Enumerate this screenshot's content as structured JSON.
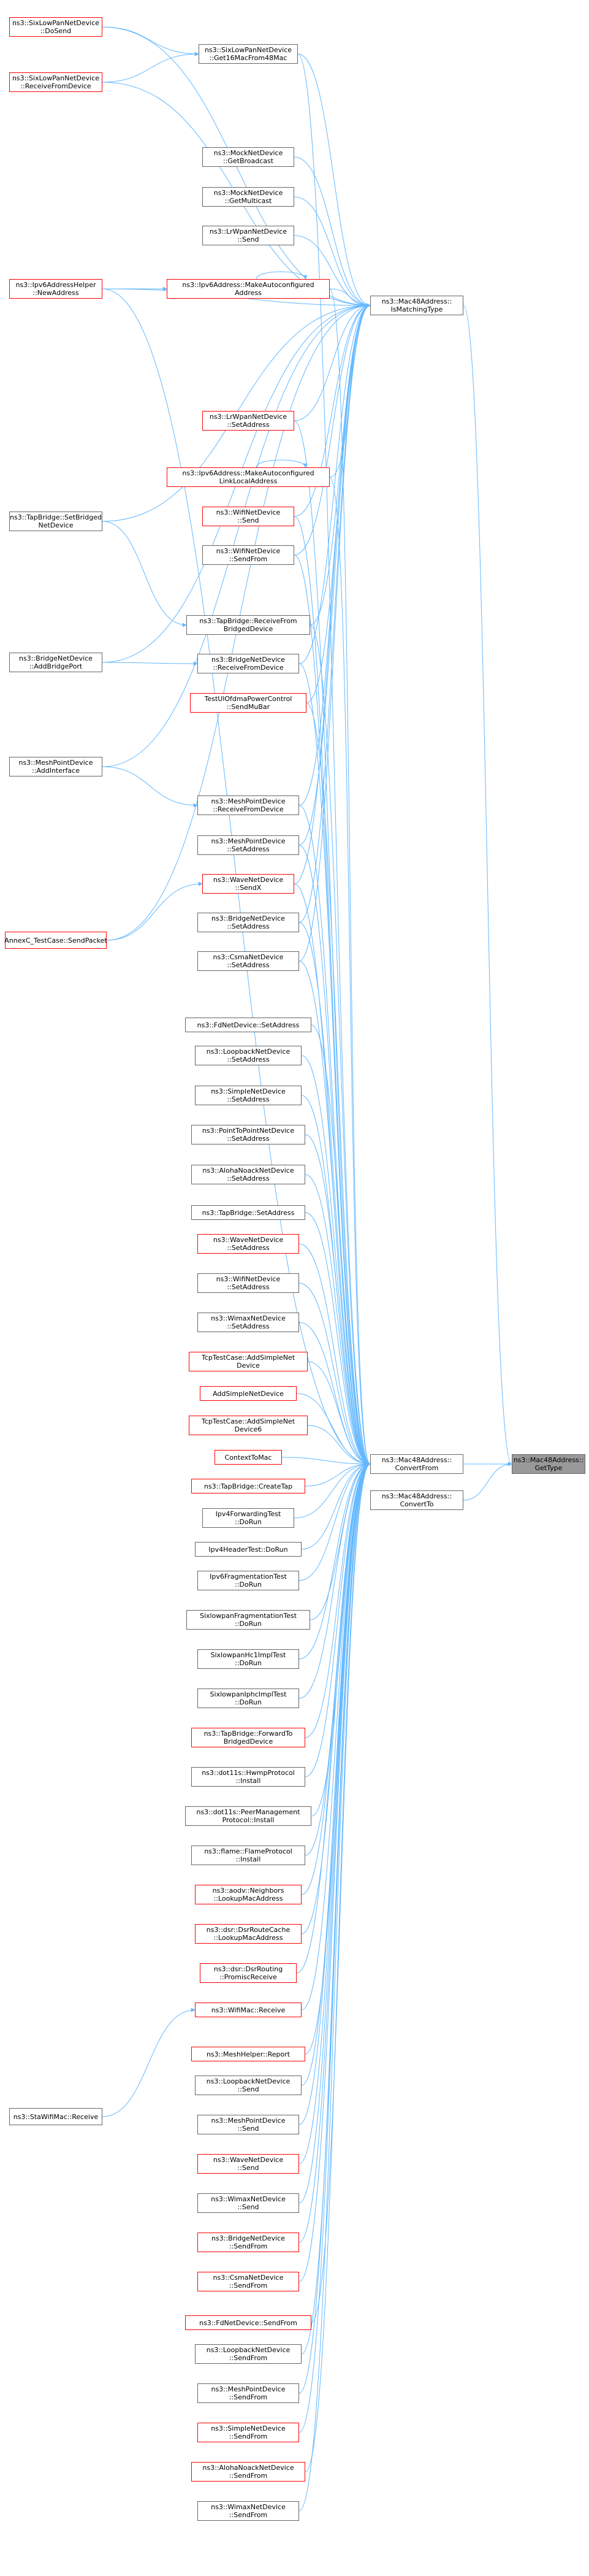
{
  "colors": {
    "edge": "#63b8ff",
    "border_black": "#666666",
    "border_red": "#ff0000",
    "root_fill": "#999999"
  },
  "nodes": [
    {
      "id": "n_gettype",
      "label": "ns3::Mac48Address::\nGetType",
      "style": "root",
      "interactable": false
    },
    {
      "id": "n_ismatch",
      "label": "ns3::Mac48Address::\nIsMatchingType",
      "style": "black"
    },
    {
      "id": "n_convfrom",
      "label": "ns3::Mac48Address::\nConvertFrom",
      "style": "black"
    },
    {
      "id": "n_convto",
      "label": "ns3::Mac48Address::\nConvertTo",
      "style": "black"
    },
    {
      "id": "n_c1_1",
      "label": "ns3::SixLowPanNetDevice\n::DoSend",
      "style": "red"
    },
    {
      "id": "n_c1_2",
      "label": "ns3::SixLowPanNetDevice\n::ReceiveFromDevice",
      "style": "red"
    },
    {
      "id": "n_c1_3",
      "label": "ns3::Ipv6AddressHelper\n::NewAddress",
      "style": "red"
    },
    {
      "id": "n_c1_4",
      "label": "ns3::TapBridge::SetBridged\nNetDevice",
      "style": "black"
    },
    {
      "id": "n_c1_5",
      "label": "ns3::BridgeNetDevice\n::AddBridgePort",
      "style": "black"
    },
    {
      "id": "n_c1_6",
      "label": "ns3::MeshPointDevice\n::AddInterface",
      "style": "black"
    },
    {
      "id": "n_c1_7",
      "label": "AnnexC_TestCase::SendPacket",
      "style": "red"
    },
    {
      "id": "n_c1_8",
      "label": "ns3::StaWifiMac::Receive",
      "style": "black"
    },
    {
      "id": "n_a1",
      "label": "ns3::SixLowPanNetDevice\n::Get16MacFrom48Mac",
      "style": "black"
    },
    {
      "id": "n_a2",
      "label": "ns3::MockNetDevice\n::GetBroadcast",
      "style": "black"
    },
    {
      "id": "n_a3",
      "label": "ns3::MockNetDevice\n::GetMulticast",
      "style": "black"
    },
    {
      "id": "n_a4",
      "label": "ns3::LrWpanNetDevice\n::Send",
      "style": "black"
    },
    {
      "id": "n_a5",
      "label": "ns3::Ipv6Address::MakeAutoconfigured\nAddress",
      "style": "red"
    },
    {
      "id": "n_a6",
      "label": "ns3::LrWpanNetDevice\n::SetAddress",
      "style": "red"
    },
    {
      "id": "n_a7",
      "label": "ns3::Ipv6Address::MakeAutoconfigured\nLinkLocalAddress",
      "style": "red"
    },
    {
      "id": "n_a8",
      "label": "ns3::WifiNetDevice\n::Send",
      "style": "red"
    },
    {
      "id": "n_a9",
      "label": "ns3::WifiNetDevice\n::SendFrom",
      "style": "black"
    },
    {
      "id": "n_a10",
      "label": "ns3::TapBridge::ReceiveFrom\nBridgedDevice",
      "style": "black"
    },
    {
      "id": "n_a11",
      "label": "ns3::BridgeNetDevice\n::ReceiveFromDevice",
      "style": "black"
    },
    {
      "id": "n_a12",
      "label": "TestUlOfdmaPowerControl\n::SendMuBar",
      "style": "red"
    },
    {
      "id": "n_a13",
      "label": "ns3::MeshPointDevice\n::ReceiveFromDevice",
      "style": "black"
    },
    {
      "id": "n_a14",
      "label": "ns3::MeshPointDevice\n::SetAddress",
      "style": "black"
    },
    {
      "id": "n_a15",
      "label": "ns3::WaveNetDevice\n::SendX",
      "style": "red"
    },
    {
      "id": "n_a16",
      "label": "ns3::BridgeNetDevice\n::SetAddress",
      "style": "black"
    },
    {
      "id": "n_a17",
      "label": "ns3::CsmaNetDevice\n::SetAddress",
      "style": "black"
    },
    {
      "id": "n_b1",
      "label": "ns3::FdNetDevice::SetAddress",
      "style": "black"
    },
    {
      "id": "n_b2",
      "label": "ns3::LoopbackNetDevice\n::SetAddress",
      "style": "black"
    },
    {
      "id": "n_b3",
      "label": "ns3::SimpleNetDevice\n::SetAddress",
      "style": "black"
    },
    {
      "id": "n_b4",
      "label": "ns3::PointToPointNetDevice\n::SetAddress",
      "style": "black"
    },
    {
      "id": "n_b5",
      "label": "ns3::AlohaNoackNetDevice\n::SetAddress",
      "style": "black"
    },
    {
      "id": "n_b6",
      "label": "ns3::TapBridge::SetAddress",
      "style": "black"
    },
    {
      "id": "n_b7",
      "label": "ns3::WaveNetDevice\n::SetAddress",
      "style": "red"
    },
    {
      "id": "n_b8",
      "label": "ns3::WifiNetDevice\n::SetAddress",
      "style": "black"
    },
    {
      "id": "n_b9",
      "label": "ns3::WimaxNetDevice\n::SetAddress",
      "style": "black"
    },
    {
      "id": "n_b10",
      "label": "TcpTestCase::AddSimpleNet\nDevice",
      "style": "red"
    },
    {
      "id": "n_b11",
      "label": "AddSimpleNetDevice",
      "style": "red"
    },
    {
      "id": "n_b12",
      "label": "TcpTestCase::AddSimpleNet\nDevice6",
      "style": "red"
    },
    {
      "id": "n_b13",
      "label": "ContextToMac",
      "style": "red"
    },
    {
      "id": "n_b14",
      "label": "ns3::TapBridge::CreateTap",
      "style": "red"
    },
    {
      "id": "n_b15",
      "label": "Ipv4ForwardingTest\n::DoRun",
      "style": "black"
    },
    {
      "id": "n_b16",
      "label": "Ipv4HeaderTest::DoRun",
      "style": "black"
    },
    {
      "id": "n_b17",
      "label": "Ipv6FragmentationTest\n::DoRun",
      "style": "black"
    },
    {
      "id": "n_b18",
      "label": "SixlowpanFragmentationTest\n::DoRun",
      "style": "black"
    },
    {
      "id": "n_b19",
      "label": "SixlowpanHc1ImplTest\n::DoRun",
      "style": "black"
    },
    {
      "id": "n_b20",
      "label": "SixlowpanIphcImplTest\n::DoRun",
      "style": "black"
    },
    {
      "id": "n_b21",
      "label": "ns3::TapBridge::ForwardTo\nBridgedDevice",
      "style": "red"
    },
    {
      "id": "n_b22",
      "label": "ns3::dot11s::HwmpProtocol\n::Install",
      "style": "black"
    },
    {
      "id": "n_b23",
      "label": "ns3::dot11s::PeerManagement\nProtocol::Install",
      "style": "black"
    },
    {
      "id": "n_b24",
      "label": "ns3::flame::FlameProtocol\n::Install",
      "style": "black"
    },
    {
      "id": "n_b25",
      "label": "ns3::aodv::Neighbors\n::LookupMacAddress",
      "style": "red"
    },
    {
      "id": "n_b26",
      "label": "ns3::dsr::DsrRouteCache\n::LookupMacAddress",
      "style": "red"
    },
    {
      "id": "n_b27",
      "label": "ns3::dsr::DsrRouting\n::PromiscReceive",
      "style": "red"
    },
    {
      "id": "n_b28",
      "label": "ns3::WifiMac::Receive",
      "style": "red"
    },
    {
      "id": "n_b29",
      "label": "ns3::MeshHelper::Report",
      "style": "red"
    },
    {
      "id": "n_b30",
      "label": "ns3::LoopbackNetDevice\n::Send",
      "style": "black"
    },
    {
      "id": "n_b31",
      "label": "ns3::MeshPointDevice\n::Send",
      "style": "black"
    },
    {
      "id": "n_b32",
      "label": "ns3::WaveNetDevice\n::Send",
      "style": "red"
    },
    {
      "id": "n_b33",
      "label": "ns3::WimaxNetDevice\n::Send",
      "style": "black"
    },
    {
      "id": "n_b34",
      "label": "ns3::BridgeNetDevice\n::SendFrom",
      "style": "red"
    },
    {
      "id": "n_b35",
      "label": "ns3::CsmaNetDevice\n::SendFrom",
      "style": "red"
    },
    {
      "id": "n_b36",
      "label": "ns3::FdNetDevice::SendFrom",
      "style": "red"
    },
    {
      "id": "n_b37",
      "label": "ns3::LoopbackNetDevice\n::SendFrom",
      "style": "black"
    },
    {
      "id": "n_b38",
      "label": "ns3::MeshPointDevice\n::SendFrom",
      "style": "black"
    },
    {
      "id": "n_b39",
      "label": "ns3::SimpleNetDevice\n::SendFrom",
      "style": "red"
    },
    {
      "id": "n_b40",
      "label": "ns3::AlohaNoackNetDevice\n::SendFrom",
      "style": "red"
    },
    {
      "id": "n_b41",
      "label": "ns3::WimaxNetDevice\n::SendFrom",
      "style": "black"
    }
  ],
  "edges": [
    [
      "n_ismatch",
      "n_gettype"
    ],
    [
      "n_convfrom",
      "n_gettype"
    ],
    [
      "n_convto",
      "n_gettype"
    ],
    [
      "n_c1_1",
      "n_ismatch"
    ],
    [
      "n_c1_2",
      "n_ismatch"
    ],
    [
      "n_c1_3",
      "n_ismatch"
    ],
    [
      "n_c1_4",
      "n_ismatch"
    ],
    [
      "n_c1_5",
      "n_ismatch"
    ],
    [
      "n_c1_6",
      "n_ismatch"
    ],
    [
      "n_c1_7",
      "n_ismatch"
    ],
    [
      "n_a1",
      "n_ismatch"
    ],
    [
      "n_a2",
      "n_ismatch"
    ],
    [
      "n_a3",
      "n_ismatch"
    ],
    [
      "n_a4",
      "n_ismatch"
    ],
    [
      "n_a5",
      "n_ismatch"
    ],
    [
      "n_a6",
      "n_ismatch"
    ],
    [
      "n_a7",
      "n_ismatch"
    ],
    [
      "n_a8",
      "n_ismatch"
    ],
    [
      "n_a9",
      "n_ismatch"
    ],
    [
      "n_a10",
      "n_ismatch"
    ],
    [
      "n_a11",
      "n_ismatch"
    ],
    [
      "n_a12",
      "n_ismatch"
    ],
    [
      "n_a13",
      "n_ismatch"
    ],
    [
      "n_a14",
      "n_ismatch"
    ],
    [
      "n_a15",
      "n_ismatch"
    ],
    [
      "n_a16",
      "n_ismatch"
    ],
    [
      "n_a17",
      "n_ismatch"
    ],
    [
      "n_c1_1",
      "n_a1"
    ],
    [
      "n_c1_2",
      "n_a1"
    ],
    [
      "n_c1_3",
      "n_a5"
    ],
    [
      "n_a5",
      "n_a5"
    ],
    [
      "n_a7",
      "n_a7"
    ],
    [
      "n_c1_3",
      "n_convfrom"
    ],
    [
      "n_c1_4",
      "n_a10"
    ],
    [
      "n_c1_5",
      "n_a11"
    ],
    [
      "n_c1_6",
      "n_a13"
    ],
    [
      "n_c1_7",
      "n_a15"
    ],
    [
      "n_c1_8",
      "n_b28"
    ],
    [
      "n_a1",
      "n_convfrom"
    ],
    [
      "n_a5",
      "n_convfrom"
    ],
    [
      "n_a6",
      "n_convfrom"
    ],
    [
      "n_a7",
      "n_convfrom"
    ],
    [
      "n_a8",
      "n_convfrom"
    ],
    [
      "n_a9",
      "n_convfrom"
    ],
    [
      "n_a10",
      "n_convfrom"
    ],
    [
      "n_a11",
      "n_convfrom"
    ],
    [
      "n_a12",
      "n_convfrom"
    ],
    [
      "n_a13",
      "n_convfrom"
    ],
    [
      "n_a14",
      "n_convfrom"
    ],
    [
      "n_a15",
      "n_convfrom"
    ],
    [
      "n_a16",
      "n_convfrom"
    ],
    [
      "n_a17",
      "n_convfrom"
    ],
    [
      "n_b1",
      "n_convfrom"
    ],
    [
      "n_b2",
      "n_convfrom"
    ],
    [
      "n_b3",
      "n_convfrom"
    ],
    [
      "n_b4",
      "n_convfrom"
    ],
    [
      "n_b5",
      "n_convfrom"
    ],
    [
      "n_b6",
      "n_convfrom"
    ],
    [
      "n_b7",
      "n_convfrom"
    ],
    [
      "n_b8",
      "n_convfrom"
    ],
    [
      "n_b9",
      "n_convfrom"
    ],
    [
      "n_b10",
      "n_convfrom"
    ],
    [
      "n_b11",
      "n_convfrom"
    ],
    [
      "n_b12",
      "n_convfrom"
    ],
    [
      "n_b13",
      "n_convfrom"
    ],
    [
      "n_b14",
      "n_convfrom"
    ],
    [
      "n_b15",
      "n_convfrom"
    ],
    [
      "n_b16",
      "n_convfrom"
    ],
    [
      "n_b17",
      "n_convfrom"
    ],
    [
      "n_b18",
      "n_convfrom"
    ],
    [
      "n_b19",
      "n_convfrom"
    ],
    [
      "n_b20",
      "n_convfrom"
    ],
    [
      "n_b21",
      "n_convfrom"
    ],
    [
      "n_b22",
      "n_convfrom"
    ],
    [
      "n_b23",
      "n_convfrom"
    ],
    [
      "n_b24",
      "n_convfrom"
    ],
    [
      "n_b25",
      "n_convfrom"
    ],
    [
      "n_b26",
      "n_convfrom"
    ],
    [
      "n_b27",
      "n_convfrom"
    ],
    [
      "n_b28",
      "n_convfrom"
    ],
    [
      "n_b29",
      "n_convfrom"
    ],
    [
      "n_b30",
      "n_convfrom"
    ],
    [
      "n_b31",
      "n_convfrom"
    ],
    [
      "n_b32",
      "n_convfrom"
    ],
    [
      "n_b33",
      "n_convfrom"
    ],
    [
      "n_b34",
      "n_convfrom"
    ],
    [
      "n_b35",
      "n_convfrom"
    ],
    [
      "n_b36",
      "n_convfrom"
    ],
    [
      "n_b37",
      "n_convfrom"
    ],
    [
      "n_b38",
      "n_convfrom"
    ],
    [
      "n_b39",
      "n_convfrom"
    ],
    [
      "n_b40",
      "n_convfrom"
    ],
    [
      "n_b41",
      "n_convfrom"
    ]
  ]
}
